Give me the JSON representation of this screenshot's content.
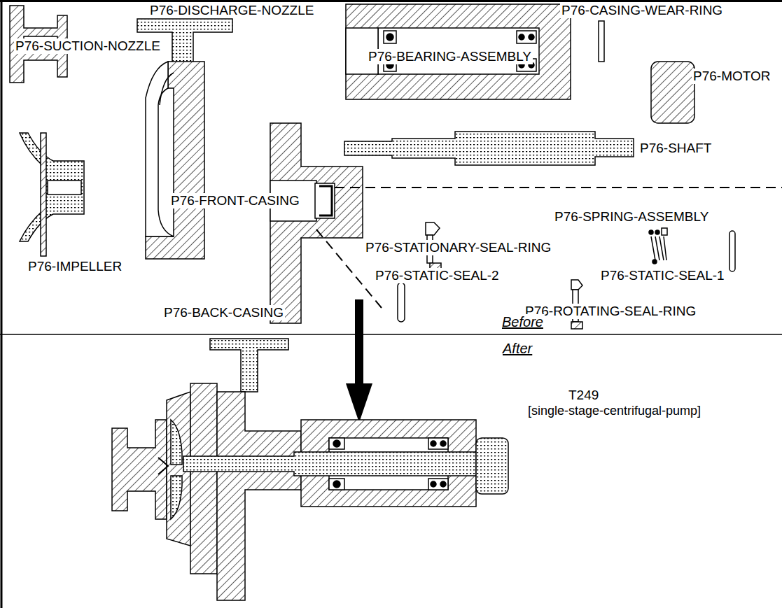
{
  "diagram": {
    "labels": [
      "P76-SUCTION-NOZZLE",
      "P76-DISCHARGE-NOZZLE",
      "P76-BEARING-ASSEMBLY",
      "P76-CASING-WEAR-RING",
      "P76-MOTOR",
      "P76-SHAFT",
      "P76-FRONT-CASING",
      "P76-SPRING-ASSEMBLY",
      "P76-STATIONARY-SEAL-RING",
      "P76-IMPELLER",
      "P76-STATIC-SEAL-2",
      "P76-STATIC-SEAL-1",
      "P76-BACK-CASING",
      "P76-ROTATING-SEAL-RING",
      "Before",
      "After",
      "T249",
      "[single-stage-centrifugal-pump]"
    ]
  }
}
